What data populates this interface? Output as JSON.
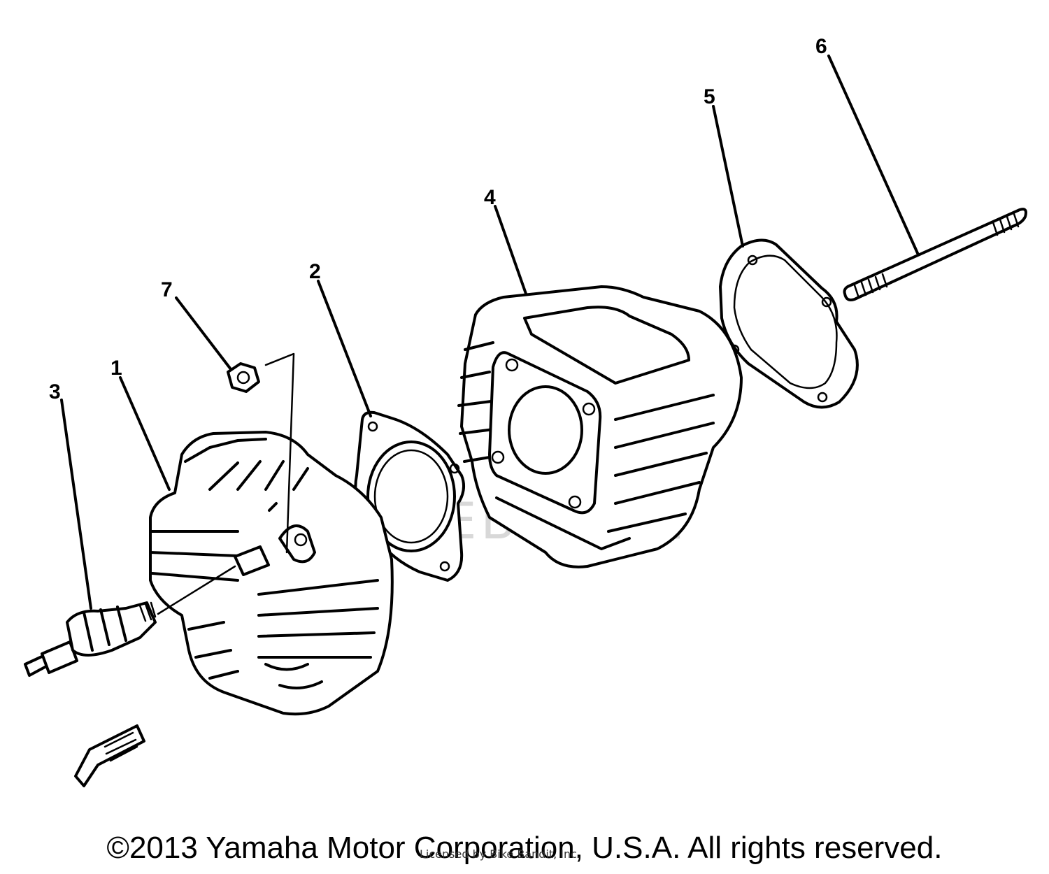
{
  "callouts": [
    {
      "id": "1",
      "label": "1"
    },
    {
      "id": "2",
      "label": "2"
    },
    {
      "id": "3",
      "label": "3"
    },
    {
      "id": "4",
      "label": "4"
    },
    {
      "id": "5",
      "label": "5"
    },
    {
      "id": "6",
      "label": "6"
    },
    {
      "id": "7",
      "label": "7"
    }
  ],
  "parts": {
    "p1": "cylinder-head",
    "p2": "head-gasket",
    "p3": "spark-plug",
    "p4": "cylinder",
    "p5": "cylinder-base-gasket",
    "p6": "stud-bolt",
    "p7": "nut"
  },
  "footer": {
    "copyright": "©2013 Yamaha Motor Corporation, U.S.A. All rights reserved.",
    "licensed": "Licensed by Bike Bandit, Inc."
  },
  "icons": {
    "front_arrow": "front-arrow-icon"
  }
}
